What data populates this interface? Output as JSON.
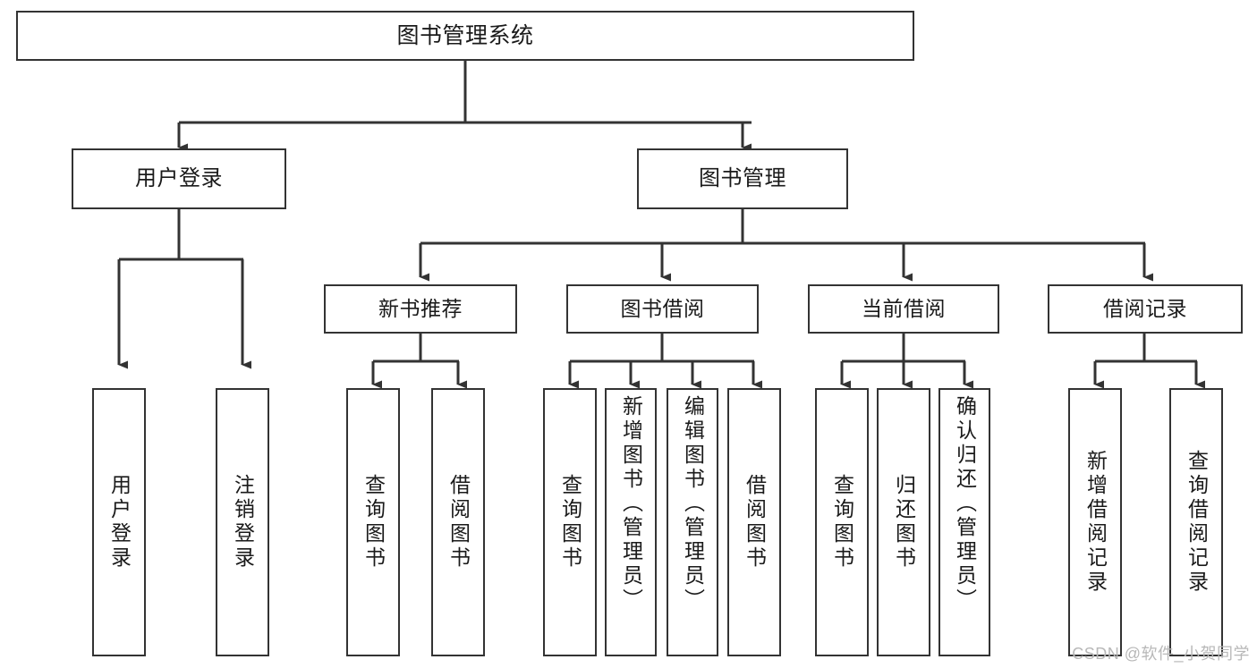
{
  "diagram": {
    "title": "图书管理系统",
    "type": "tree",
    "watermark": "CSDN @软件_小贺同学",
    "colors": {
      "background": "#ffffff",
      "node_border": "#333333",
      "node_fill": "#ffffff",
      "text": "#1a1a1a",
      "edge": "#333333",
      "watermark": "#b8b8b8"
    },
    "root": {
      "id": "root",
      "label": "图书管理系统"
    },
    "level1": [
      {
        "id": "n-user-login",
        "label": "用户登录"
      },
      {
        "id": "n-book-manage",
        "label": "图书管理"
      }
    ],
    "level2": [
      {
        "id": "n-new-book-rec",
        "label": "新书推荐",
        "parent": "n-book-manage"
      },
      {
        "id": "n-book-borrow",
        "label": "图书借阅",
        "parent": "n-book-manage"
      },
      {
        "id": "n-current-borrow",
        "label": "当前借阅",
        "parent": "n-book-manage"
      },
      {
        "id": "n-borrow-record",
        "label": "借阅记录",
        "parent": "n-book-manage"
      }
    ],
    "leaves": [
      {
        "id": "l-user-login",
        "label": "用户登录",
        "parent": "n-user-login"
      },
      {
        "id": "l-user-logout",
        "label": "注销登录",
        "parent": "n-user-login"
      },
      {
        "id": "l-rec-query-book",
        "label": "查询图书",
        "parent": "n-new-book-rec"
      },
      {
        "id": "l-rec-borrow-book",
        "label": "借阅图书",
        "parent": "n-new-book-rec"
      },
      {
        "id": "l-borrow-query-book",
        "label": "查询图书",
        "parent": "n-book-borrow"
      },
      {
        "id": "l-borrow-add-book",
        "label": "新增图书（管理员）",
        "parent": "n-book-borrow"
      },
      {
        "id": "l-borrow-edit-book",
        "label": "编辑图书（管理员）",
        "parent": "n-book-borrow"
      },
      {
        "id": "l-borrow-lend-book",
        "label": "借阅图书",
        "parent": "n-book-borrow"
      },
      {
        "id": "l-cur-query-book",
        "label": "查询图书",
        "parent": "n-current-borrow"
      },
      {
        "id": "l-cur-return-book",
        "label": "归还图书",
        "parent": "n-current-borrow"
      },
      {
        "id": "l-cur-confirm",
        "label": "确认归还（管理员）",
        "parent": "n-current-borrow"
      },
      {
        "id": "l-rec-add",
        "label": "新增借阅记录",
        "parent": "n-borrow-record"
      },
      {
        "id": "l-rec-query",
        "label": "查询借阅记录",
        "parent": "n-borrow-record"
      }
    ]
  }
}
